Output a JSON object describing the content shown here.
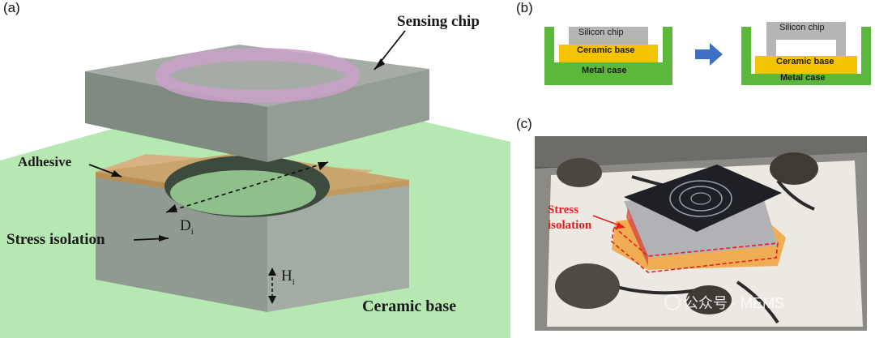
{
  "panel_a": {
    "label": "(a)",
    "sensing_chip": "Sensing chip",
    "adhesive": "Adhesive",
    "stress_isolation": "Stress isolation",
    "ceramic_base": "Ceramic base",
    "d_label": "D",
    "d_sub": "i",
    "h_label": "H",
    "h_sub": "i"
  },
  "panel_b": {
    "label": "(b)",
    "before": {
      "silicon_chip": "Silicon chip",
      "ceramic_base": "Ceramic base",
      "metal_case": "Metal case"
    },
    "after": {
      "silicon_chip": "Silicon chip",
      "ceramic_base": "Ceramic base",
      "metal_case": "Metal case"
    },
    "colors": {
      "silicon": "#b5b5b5",
      "ceramic": "#f5c400",
      "metal": "#5cb83a",
      "arrow": "#3d6fc4"
    }
  },
  "panel_c": {
    "label": "(c)",
    "stress_line1": "Stress",
    "stress_line2": "isolation",
    "watermark": "公众号 · MEMS",
    "annotation_color": "#e02020"
  }
}
